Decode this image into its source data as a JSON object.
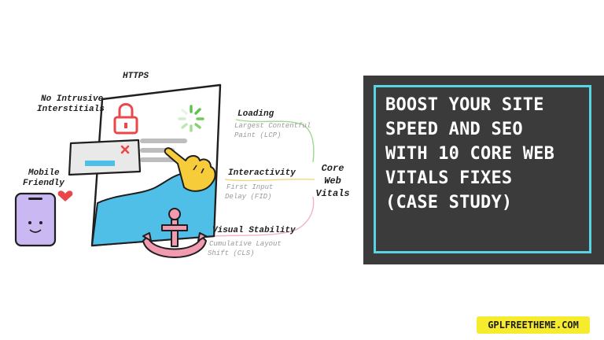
{
  "illustration": {
    "labels": {
      "https": "HTTPS",
      "no_intrusive": "No Intrusive",
      "interstitials": "Interstitials",
      "mobile": "Mobile",
      "friendly": "Friendly",
      "loading": "Loading",
      "lcp_line1": "Largest Contentful",
      "lcp_line2": "Paint (LCP)",
      "interactivity": "Interactivity",
      "fid_line1": "First Input",
      "fid_line2": "Delay (FID)",
      "visual_stability": "Visual Stability",
      "cls_line1": "Cumulative Layout",
      "cls_line2": "Shift (CLS)",
      "core": "Core",
      "web": "Web",
      "vitals": "Vitals"
    }
  },
  "headline": {
    "line1": "BOOST YOUR SITE",
    "line2": "SPEED AND SEO",
    "line3": "WITH 10 CORE WEB",
    "line4": "VITALS FIXES",
    "line5": "(CASE STUDY)"
  },
  "badge": {
    "text": "GPLFREETHEME.COM"
  },
  "colors": {
    "panel_bg": "#3b3b3b",
    "panel_border": "#58d4e4",
    "badge_bg": "#f6ec2d",
    "wave_blue": "#4fbfe8",
    "lock_red": "#e8484a",
    "anchor_pink": "#f29ab0",
    "hand_yellow": "#f7cc3a",
    "spinner_green": "#5ec24a",
    "phone_purple": "#c9b8f2"
  }
}
